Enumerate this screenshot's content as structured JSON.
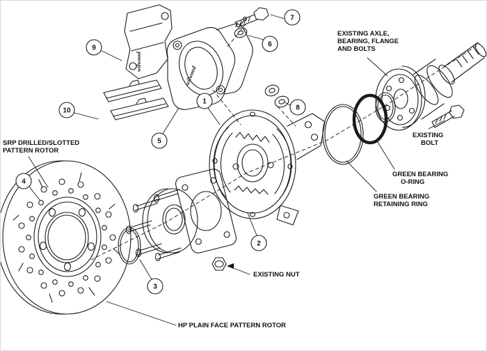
{
  "diagram": {
    "type": "exploded-parts-diagram",
    "subject": "rear disc brake kit exploded view",
    "colors": {
      "ink": "#1a1a1a",
      "background": "#ffffff"
    },
    "callouts": [
      "1",
      "2",
      "3",
      "4",
      "5",
      "6",
      "7",
      "8",
      "9",
      "10"
    ],
    "labels": {
      "existing_axle": [
        "EXISTING AXLE,",
        "BEARING, FLANGE",
        "AND BOLTS"
      ],
      "existing_bolt": [
        "EXISTING",
        "BOLT"
      ],
      "green_oring": [
        "GREEN BEARING",
        "O-RING"
      ],
      "green_retaining": [
        "GREEN BEARING",
        "RETAINING RING"
      ],
      "srp_rotor": [
        "SRP DRILLED/SLOTTED",
        "PATTERN ROTOR"
      ],
      "existing_nut": "EXISTING NUT",
      "hp_rotor": "HP PLAIN FACE PATTERN ROTOR",
      "brand": "wilwood"
    }
  }
}
